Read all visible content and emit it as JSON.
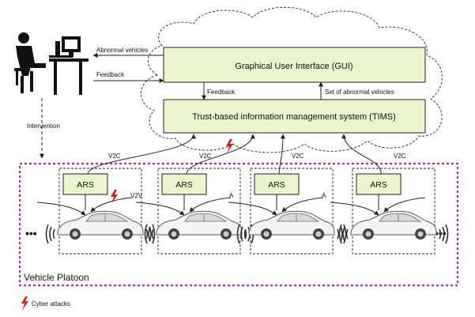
{
  "gui": {
    "label": "Graphical User Interface (GUI)",
    "fill": "#eaf4cf"
  },
  "tims": {
    "label": "Trust-based information management system (TIMS)",
    "fill": "#eaf4cf"
  },
  "arrows": {
    "abnormal_vehicles": "Abnormal vehicles",
    "feedback_left": "Feedback",
    "feedback_mid": "Feedback",
    "set_abnormal": "Set of abnormal vehicles",
    "intervention": "Intervention"
  },
  "platoon": {
    "label": "Vehicle Platoon",
    "border_color": "#9b30b5"
  },
  "vehicles": [
    {
      "ars": "ARS",
      "v2c": "V2C",
      "side_label": "V2V"
    },
    {
      "ars": "ARS",
      "v2c": "V2C",
      "side_label": "A"
    },
    {
      "ars": "ARS",
      "v2c": "V2C",
      "side_label": "A"
    },
    {
      "ars": "ARS",
      "v2c": "V2C",
      "side_label": ""
    }
  ],
  "ellipsis": {
    "left": "•••",
    "right": "•••"
  },
  "legend": {
    "label": "Cyber attacks",
    "color": "#e02020"
  },
  "icons": [
    "user-at-computer-icon",
    "cloud-outline",
    "car-icon",
    "signal-wave-icon",
    "lightning-bolt-icon"
  ]
}
